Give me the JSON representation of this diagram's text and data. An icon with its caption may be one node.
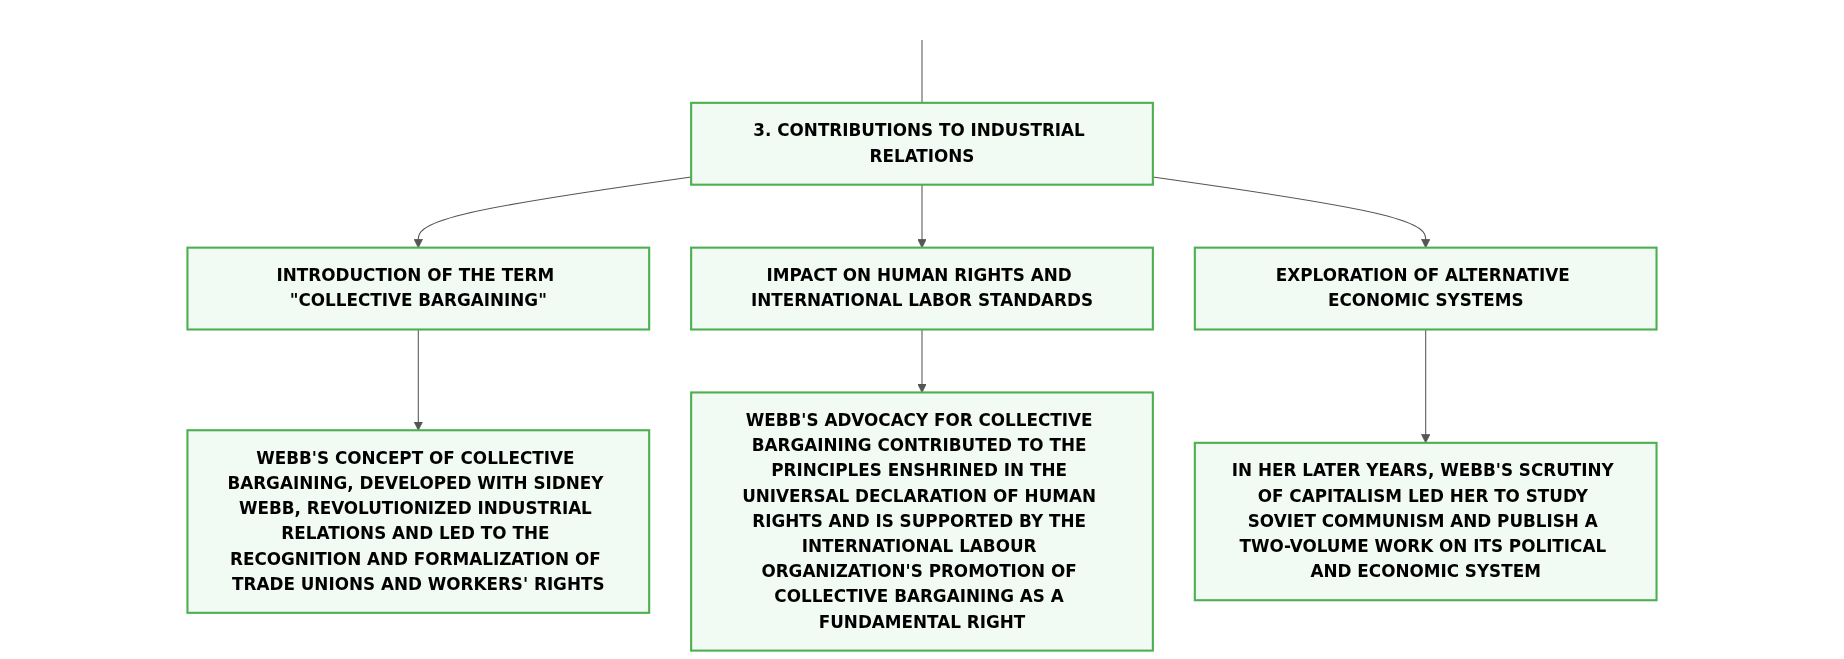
{
  "diagram": {
    "nodes": [
      {
        "text": [
          "3. CONTRIBUTIONS TO INDUSTRIAL RELATIONS"
        ]
      },
      {
        "text": [
          "INTRODUCTION OF THE TERM \"COLLECTIVE BARGAINING\""
        ]
      },
      {
        "text": [
          "IMPACT ON HUMAN RIGHTS AND INTERNATIONAL LABOR STANDARDS"
        ]
      },
      {
        "text": [
          "EXPLORATION OF ALTERNATIVE ECONOMIC SYSTEMS"
        ]
      },
      {
        "text": [
          "WEBB'S CONCEPT OF COLLECTIVE BARGAINING, DEVELOPED WITH SIDNEY WEBB, REVOLUTIONIZED INDUSTRIAL RELATIONS AND LED TO THE RECOGNITION AND FORMALIZATION OF TRADE UNIONS AND WORKERS' RIGHTS"
        ]
      },
      {
        "text": [
          "WEBB'S ADVOCACY FOR COLLECTIVE BARGAINING CONTRIBUTED TO THE PRINCIPLES ENSHRINED IN THE UNIVERSAL DECLARATION OF HUMAN RIGHTS AND IS SUPPORTED BY THE INTERNATIONAL LABOUR ORGANIZATION'S PROMOTION OF COLLECTIVE BARGAINING AS A FUNDAMENTAL RIGHT"
        ]
      },
      {
        "text": [
          "IN HER LATER YEARS, WEBB'S SCRUTINY OF CAPITALISM LED HER TO STUDY SOVIET COMMUNISM AND PUBLISH A TWO-VOLUME WORK ON ITS POLITICAL AND ECONOMIC SYSTEM"
        ]
      }
    ],
    "edges": [
      {
        "from": null,
        "to": 0,
        "arrow": "none"
      },
      {
        "from": 0,
        "to": 1,
        "arrow": "to"
      },
      {
        "from": 0,
        "to": 2,
        "arrow": "to"
      },
      {
        "from": 0,
        "to": 3,
        "arrow": "to"
      },
      {
        "from": 1,
        "to": 4,
        "arrow": "to"
      },
      {
        "from": 2,
        "to": 5,
        "arrow": "to"
      },
      {
        "from": 3,
        "to": 6,
        "arrow": "to"
      }
    ]
  }
}
